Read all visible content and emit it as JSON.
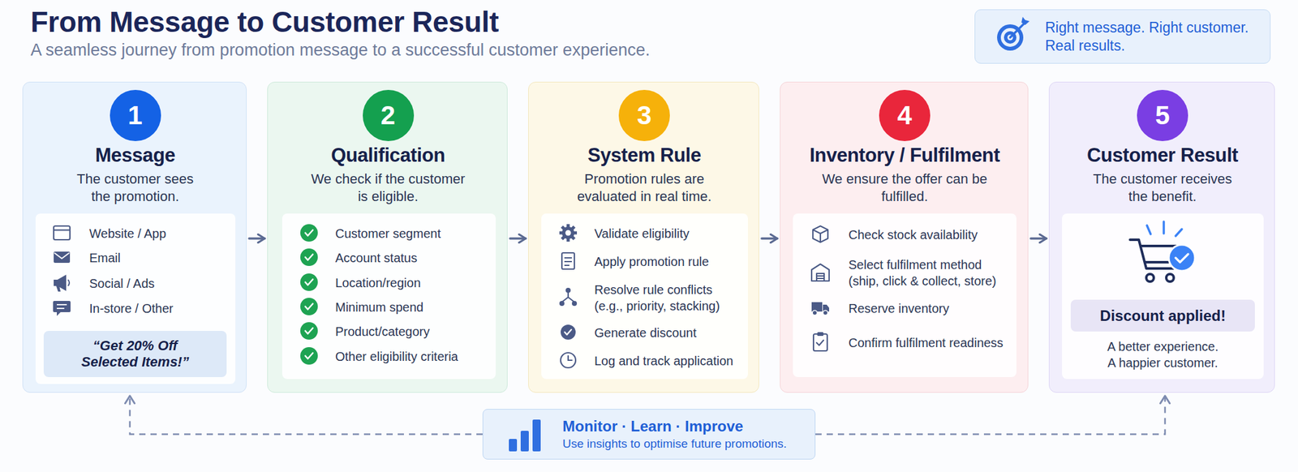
{
  "diagram": {
    "title": "From Message to Customer Result",
    "nodes": [
      {
        "text": [
          "Right message. Right customer. Real results."
        ]
      },
      {
        "text": [
          "Message",
          "The customer sees the promotion."
        ]
      },
      {
        "text": [
          "1"
        ],
        "in": 1
      },
      {
        "text": [
          "Website / App",
          "Email",
          "Social / Ads",
          "In-store / Other"
        ],
        "in": 1
      },
      {
        "text": [
          "“Get 20% Off Selected Items!”"
        ],
        "in": 3
      },
      {
        "text": [
          "Qualification",
          "We check if the customer is eligible."
        ]
      },
      {
        "text": [
          "2"
        ],
        "in": 5
      },
      {
        "text": [
          "Customer segment",
          "Account status",
          "Location/region",
          "Minimum spend",
          "Product/category",
          "Other eligibility criteria"
        ],
        "in": 5
      },
      {
        "text": [
          "System Rule",
          "Promotion rules are evaluated in real time."
        ]
      },
      {
        "text": [
          "3"
        ],
        "in": 8
      },
      {
        "text": [
          "Validate eligibility",
          "Apply promotion rule",
          "Resolve rule conflicts (e.g., priority, stacking)",
          "Generate discount",
          "Log and track application"
        ],
        "in": 8
      },
      {
        "text": [
          "Inventory / Fulfilment",
          "We ensure the offer can be fulfilled."
        ]
      },
      {
        "text": [
          "4"
        ],
        "in": 11
      },
      {
        "text": [
          "Check stock availability",
          "Select fulfilment method (ship, click & collect, store)",
          "Reserve inventory",
          "Confirm fulfilment readiness"
        ],
        "in": 11
      },
      {
        "text": [
          "Customer Result",
          "The customer receives the benefit."
        ]
      },
      {
        "text": [
          "5"
        ],
        "in": 14
      },
      {
        "text": [
          "A better experience. A happier customer."
        ],
        "in": 14
      },
      {
        "text": [
          "Discount applied!"
        ],
        "in": 16
      },
      {
        "text": [
          "Monitor · Learn · Improve",
          "Use insights to optimise future promotions."
        ]
      }
    ],
    "edges": [
      {
        "from": 1,
        "to": 5,
        "arrow": "to"
      },
      {
        "from": 5,
        "to": 8,
        "arrow": "to"
      },
      {
        "from": 8,
        "to": 11,
        "arrow": "to"
      },
      {
        "from": 11,
        "to": 14,
        "arrow": "to"
      },
      {
        "from": 18,
        "to": 1,
        "arrow": "to"
      },
      {
        "from": 18,
        "to": 14,
        "arrow": "to"
      }
    ],
    "labels": [
      "A seamless journey from promotion message to a successful customer experience."
    ]
  }
}
